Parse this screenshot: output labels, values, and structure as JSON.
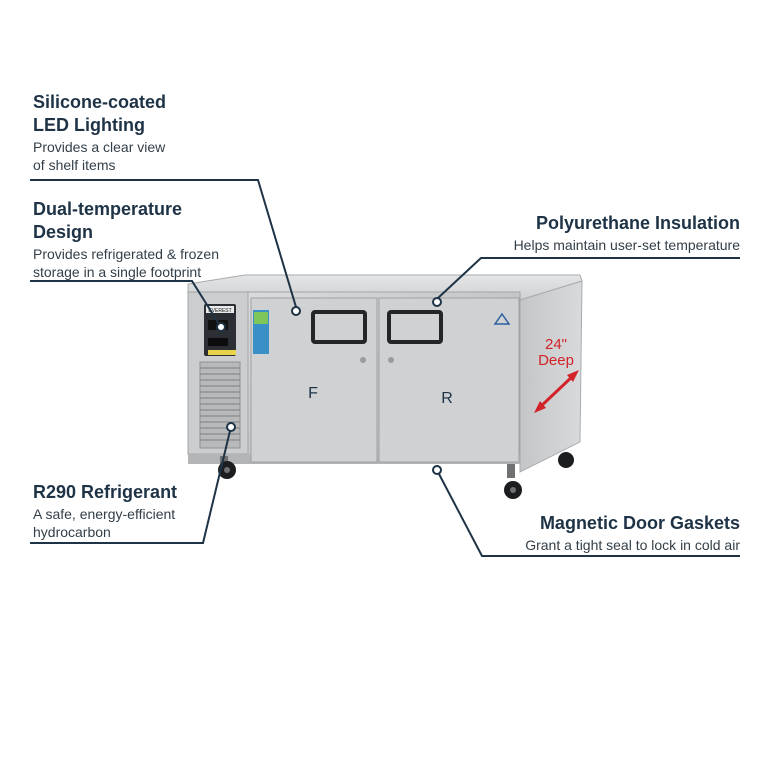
{
  "callouts": {
    "led": {
      "title_line1": "Silicone-coated",
      "title_line2": "LED Lighting",
      "desc_line1": "Provides a clear view",
      "desc_line2": "of shelf items"
    },
    "dual": {
      "title_line1": "Dual-temperature",
      "title_line2": "Design",
      "desc_line1": "Provides refrigerated & frozen",
      "desc_line2": "storage in a single footprint"
    },
    "r290": {
      "title": "R290 Refrigerant",
      "desc_line1": "A safe, energy-efficient",
      "desc_line2": "hydrocarbon"
    },
    "insulation": {
      "title": "Polyurethane Insulation",
      "desc": "Helps maintain user-set temperature"
    },
    "gaskets": {
      "title": "Magnetic Door Gaskets",
      "desc": "Grant a tight seal to lock in cold air"
    }
  },
  "product": {
    "door_left_label": "F",
    "door_right_label": "R",
    "depth_line1": "24\"",
    "depth_line2": "Deep",
    "brand": "EVEREST"
  },
  "colors": {
    "title": "#1e3346",
    "leader_line": "#1e3346",
    "depth_accent": "#d2232a",
    "steel": "#c7c9cb"
  }
}
